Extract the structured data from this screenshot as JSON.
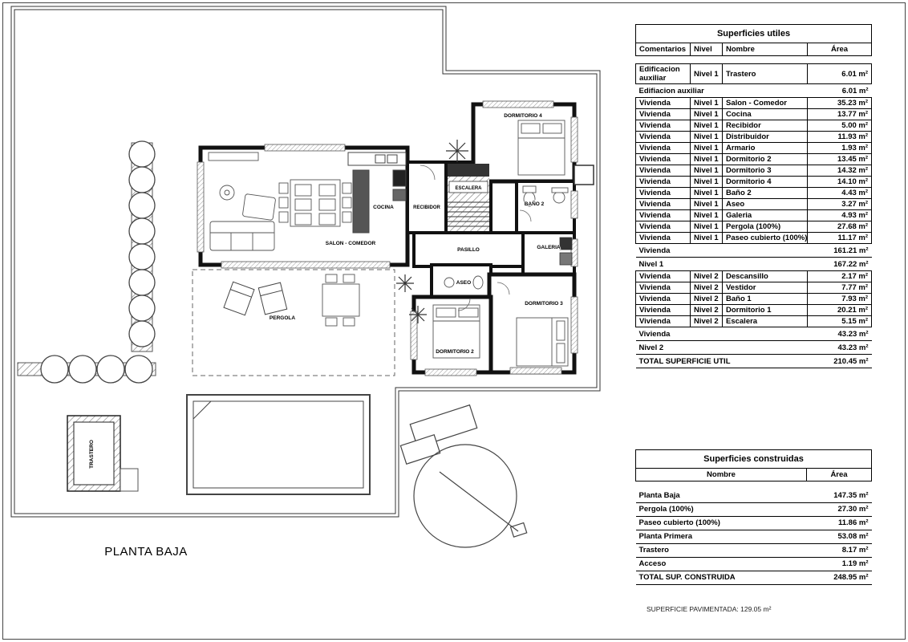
{
  "page": {
    "footer_note": "SUPERFICIE PAVIMENTADA: 129.05 m²"
  },
  "plan": {
    "title": "PLANTA BAJA",
    "labels": {
      "dormitorio4": "DORMITORIO 4",
      "cocina": "COCINA",
      "recibidor": "RECIBIDOR",
      "escalera": "ESCALERA",
      "bano2": "BAÑO 2",
      "salon": "SALON - COMEDOR",
      "pasillo": "PASILLO",
      "galeria": "GALERIA",
      "aseo": "ASEO",
      "dormitorio3": "DORMITORIO 3",
      "dormitorio2": "DORMITORIO 2",
      "pergola": "PERGOLA",
      "trastero": "TRASTERO"
    }
  },
  "superficies_utiles": {
    "title": "Superficies utiles",
    "headers": [
      "Comentarios",
      "Nivel",
      "Nombre",
      "Área"
    ],
    "rows": [
      {
        "type": "data",
        "comentarios": "Edificacion auxiliar",
        "nivel": "Nivel 1",
        "nombre": "Trastero",
        "area": "6.01 m²"
      },
      {
        "type": "subtotal",
        "label": "Edifiacion auxiliar",
        "area": "6.01 m²"
      },
      {
        "type": "data",
        "comentarios": "Vivienda",
        "nivel": "Nivel 1",
        "nombre": "Salon - Comedor",
        "area": "35.23 m²"
      },
      {
        "type": "data",
        "comentarios": "Vivienda",
        "nivel": "Nivel 1",
        "nombre": "Cocina",
        "area": "13.77 m²"
      },
      {
        "type": "data",
        "comentarios": "Vivienda",
        "nivel": "Nivel 1",
        "nombre": "Recibidor",
        "area": "5.00 m²"
      },
      {
        "type": "data",
        "comentarios": "Vivienda",
        "nivel": "Nivel 1",
        "nombre": "Distribuidor",
        "area": "11.93 m²"
      },
      {
        "type": "data",
        "comentarios": "Vivienda",
        "nivel": "Nivel 1",
        "nombre": "Armario",
        "area": "1.93 m²"
      },
      {
        "type": "data",
        "comentarios": "Vivienda",
        "nivel": "Nivel 1",
        "nombre": "Dormitorio 2",
        "area": "13.45 m²"
      },
      {
        "type": "data",
        "comentarios": "Vivienda",
        "nivel": "Nivel 1",
        "nombre": "Dormitorio 3",
        "area": "14.32 m²"
      },
      {
        "type": "data",
        "comentarios": "Vivienda",
        "nivel": "Nivel 1",
        "nombre": "Dormitorio 4",
        "area": "14.10 m²"
      },
      {
        "type": "data",
        "comentarios": "Vivienda",
        "nivel": "Nivel 1",
        "nombre": "Baño 2",
        "area": "4.43 m²"
      },
      {
        "type": "data",
        "comentarios": "Vivienda",
        "nivel": "Nivel 1",
        "nombre": "Aseo",
        "area": "3.27 m²"
      },
      {
        "type": "data",
        "comentarios": "Vivienda",
        "nivel": "Nivel 1",
        "nombre": "Galeria",
        "area": "4.93 m²"
      },
      {
        "type": "data",
        "comentarios": "Vivienda",
        "nivel": "Nivel 1",
        "nombre": "Pergola (100%)",
        "area": "27.68 m²"
      },
      {
        "type": "data",
        "comentarios": "Vivienda",
        "nivel": "Nivel 1",
        "nombre": "Paseo cubierto (100%)",
        "area": "11.17 m²"
      },
      {
        "type": "subtotal",
        "label": "Vivienda",
        "area": "161.21 m²"
      },
      {
        "type": "subtotal",
        "label": "Nivel 1",
        "area": "167.22 m²"
      },
      {
        "type": "data",
        "comentarios": "Vivienda",
        "nivel": "Nivel 2",
        "nombre": "Descansillo",
        "area": "2.17 m²"
      },
      {
        "type": "data",
        "comentarios": "Vivienda",
        "nivel": "Nivel 2",
        "nombre": "Vestidor",
        "area": "7.77 m²"
      },
      {
        "type": "data",
        "comentarios": "Vivienda",
        "nivel": "Nivel 2",
        "nombre": "Baño 1",
        "area": "7.93 m²"
      },
      {
        "type": "data",
        "comentarios": "Vivienda",
        "nivel": "Nivel 2",
        "nombre": "Dormitorio 1",
        "area": "20.21 m²"
      },
      {
        "type": "data",
        "comentarios": "Vivienda",
        "nivel": "Nivel 2",
        "nombre": "Escalera",
        "area": "5.15 m²"
      },
      {
        "type": "subtotal",
        "label": "Vivienda",
        "area": "43.23 m²"
      },
      {
        "type": "subtotal",
        "label": "Nivel 2",
        "area": "43.23 m²"
      },
      {
        "type": "total",
        "label": "TOTAL SUPERFICIE UTIL",
        "area": "210.45 m²"
      }
    ]
  },
  "superficies_construidas": {
    "title": "Superficies construidas",
    "headers": [
      "Nombre",
      "Área"
    ],
    "rows": [
      {
        "nombre": "Planta Baja",
        "area": "147.35 m²"
      },
      {
        "nombre": "Pergola (100%)",
        "area": "27.30 m²"
      },
      {
        "nombre": "Paseo cubierto (100%)",
        "area": "11.86 m²"
      },
      {
        "nombre": "Planta Primera",
        "area": "53.08 m²"
      },
      {
        "nombre": "Trastero",
        "area": "8.17 m²"
      },
      {
        "nombre": "Acceso",
        "area": "1.19 m²"
      },
      {
        "nombre": "TOTAL SUP. CONSTRUIDA",
        "area": "248.95 m²",
        "total": true
      }
    ]
  }
}
